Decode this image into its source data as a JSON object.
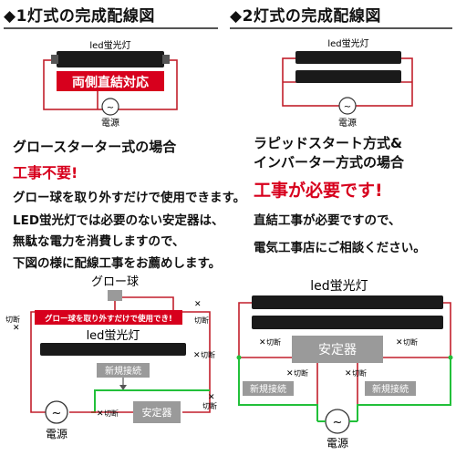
{
  "titles": {
    "left": "◆1灯式の完成配線図",
    "right": "◆2灯式の完成配線図"
  },
  "top_left_diagram": {
    "tube_label": "led蛍光灯",
    "badge": "両側直結対応",
    "power_label": "電源"
  },
  "top_right_diagram": {
    "tube_label": "led蛍光灯",
    "power_label": "電源"
  },
  "left_text": {
    "heading": "グロースターター式の場合",
    "notice": "工事不要!",
    "lines": [
      "グロー球を取り外すだけで使用できます。",
      "LED蛍光灯では必要のない安定器は、",
      "無駄な電力を消費しますので、",
      "下図の様に配線工事をお薦めします。"
    ]
  },
  "right_text": {
    "heading_1": "ラピッドスタート方式&",
    "heading_2": "インバーター方式の場合",
    "notice": "工事が必要です!",
    "lines": [
      "直結工事が必要ですので、",
      "電気工事店にご相談ください。"
    ]
  },
  "bottom_left_diagram": {
    "glow_label": "グロー球",
    "banner": "グロー球を取り外すだけで使用でき!",
    "tube_label": "led蛍光灯",
    "new_connection": "新規接続",
    "ballast": "安定器",
    "power_label": "電源",
    "cut_labels": [
      "切断",
      "切断",
      "切断",
      "切断",
      "切断"
    ]
  },
  "bottom_right_diagram": {
    "tube_label": "led蛍光灯",
    "ballast": "安定器",
    "new_connection_left": "新規接続",
    "new_connection_right": "新規接続",
    "power_label": "電源",
    "cut_labels": [
      "切断",
      "切断",
      "切断",
      "切断"
    ]
  },
  "colors": {
    "wire_red": "#c21f2b",
    "wire_green": "#22c03a",
    "tube": "#1a1a1a",
    "box_gray": "#9a9a9a",
    "accent_red": "#d7001d"
  }
}
